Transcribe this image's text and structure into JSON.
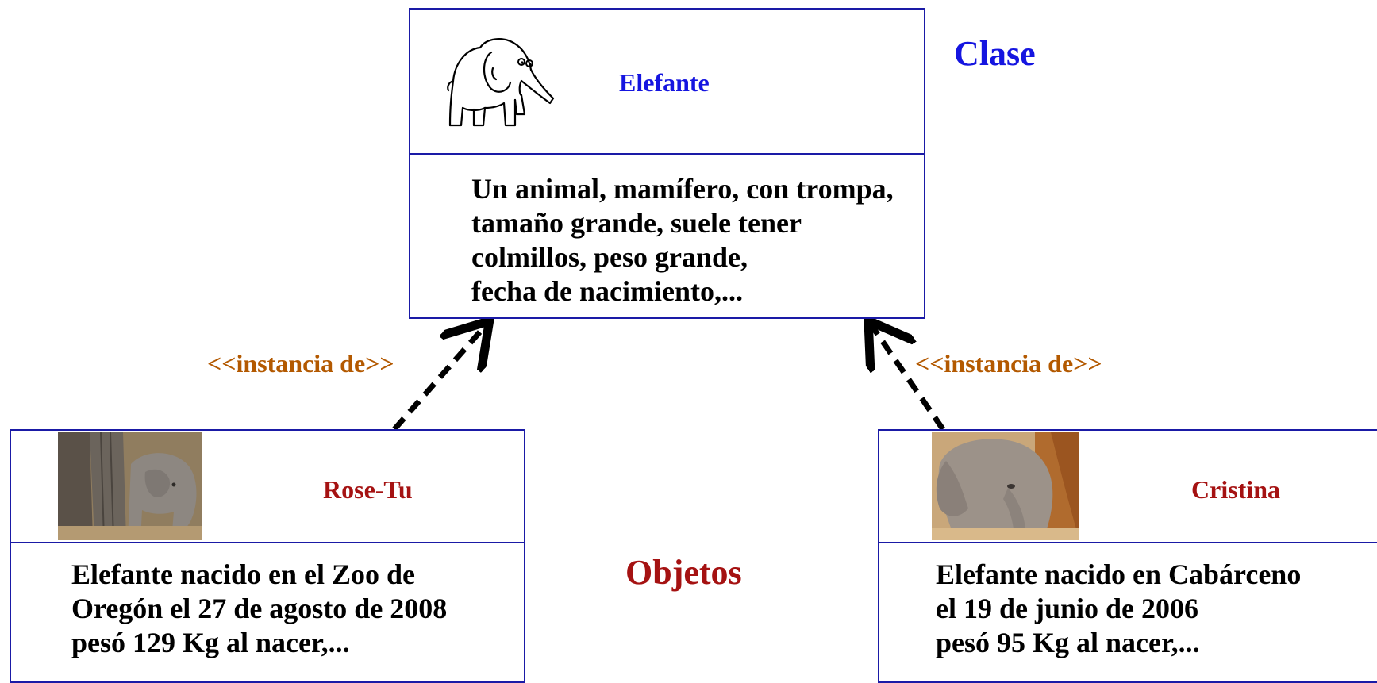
{
  "colors": {
    "box_border": "#1a1aa6",
    "class_name": "#1515e0",
    "object_name": "#a51212",
    "stereotype": "#b35900",
    "arrow": "#000000"
  },
  "labels": {
    "class_heading": "Clase",
    "objects_heading": "Objetos"
  },
  "class_box": {
    "name": "Elefante",
    "icon": "elephant-drawing-icon",
    "description_lines": [
      "Un animal, mamífero, con trompa,",
      "tamaño grande, suele tener",
      "colmillos, peso grande,",
      "fecha de nacimiento,..."
    ]
  },
  "relations": [
    {
      "label": "<<instancia de>>",
      "from": "Rose-Tu",
      "to": "Elefante"
    },
    {
      "label": "<<instancia de>>",
      "from": "Cristina",
      "to": "Elefante"
    }
  ],
  "objects": [
    {
      "name": "Rose-Tu",
      "image": "baby-elephant-photo",
      "description_lines": [
        "Elefante nacido en el Zoo de",
        "Oregón el 27 de agosto de 2008",
        "pesó 129 Kg al nacer,..."
      ]
    },
    {
      "name": "Cristina",
      "image": "baby-elephant-photo",
      "description_lines": [
        "Elefante nacido en Cabárceno",
        "el 19 de junio de 2006",
        "pesó 95 Kg al nacer,..."
      ]
    }
  ]
}
